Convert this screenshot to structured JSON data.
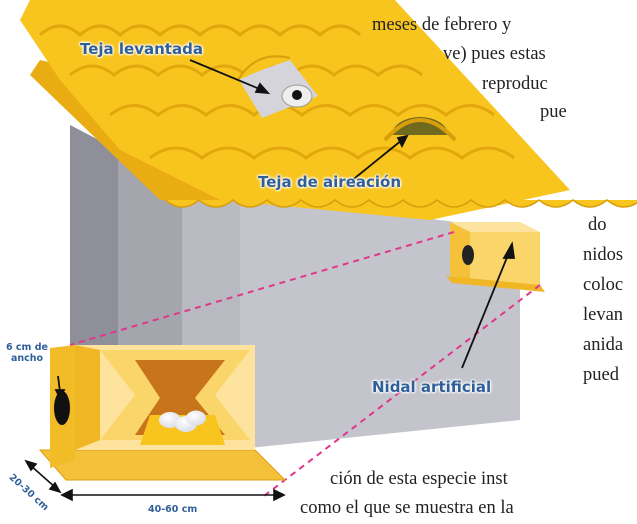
{
  "article": {
    "lines": [
      "meses de febrero y",
      "ve) pues estas",
      "reproduc",
      "pue",
      "do",
      "nidos",
      "coloc",
      "levan",
      "anida",
      "pued",
      "ción de esta especie inst",
      "como el que se muestra en la"
    ]
  },
  "labels": {
    "raised_tile": "Teja levantada",
    "ventilation_tile": "Teja de aireación",
    "artificial_nest": "Nidal artificial",
    "hole_width": [
      "6 cm de",
      "ancho"
    ],
    "depth": "20-30 cm",
    "length": "40-60 cm"
  },
  "colors": {
    "tile": "#f7c51e",
    "tile_shadow": "#e2a70c",
    "wall": "#c4c4cc",
    "wall_dark": "#8f8f99",
    "nest_light": "#fde39e",
    "nest_wood": "#f5c13a",
    "nest_inner": "#c8741a",
    "label_blue": "#2f5f9a",
    "pointer_pink": "#e0368c"
  }
}
